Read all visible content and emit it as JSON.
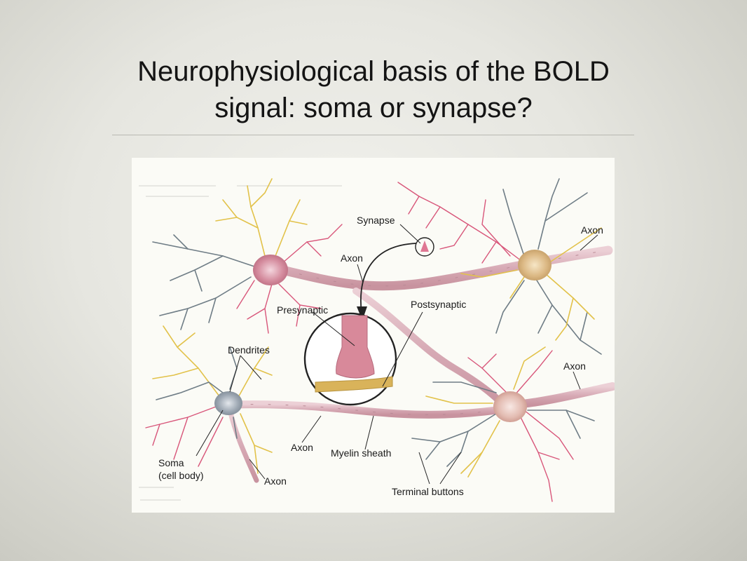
{
  "slide": {
    "title_line1": "Neurophysiological basis of the BOLD",
    "title_line2": "signal: soma or synapse?"
  },
  "diagram": {
    "labels": {
      "synapse": "Synapse",
      "axon_top_right": "Axon",
      "axon_top_center": "Axon",
      "presynaptic": "Presynaptic",
      "postsynaptic": "Postsynaptic",
      "dendrites": "Dendrites",
      "axon_right": "Axon",
      "axon_bottom_center": "Axon",
      "myelin_sheath": "Myelin sheath",
      "soma_line1": "Soma",
      "soma_line2": "(cell body)",
      "axon_bottom_left": "Axon",
      "terminal_buttons": "Terminal buttons"
    },
    "colors": {
      "dendrite_yellow": "#e2c24a",
      "dendrite_pink": "#d8567a",
      "dendrite_gray": "#6f7d86",
      "axon": "#d9b2bb",
      "postsynaptic": "#d9b35a"
    }
  }
}
